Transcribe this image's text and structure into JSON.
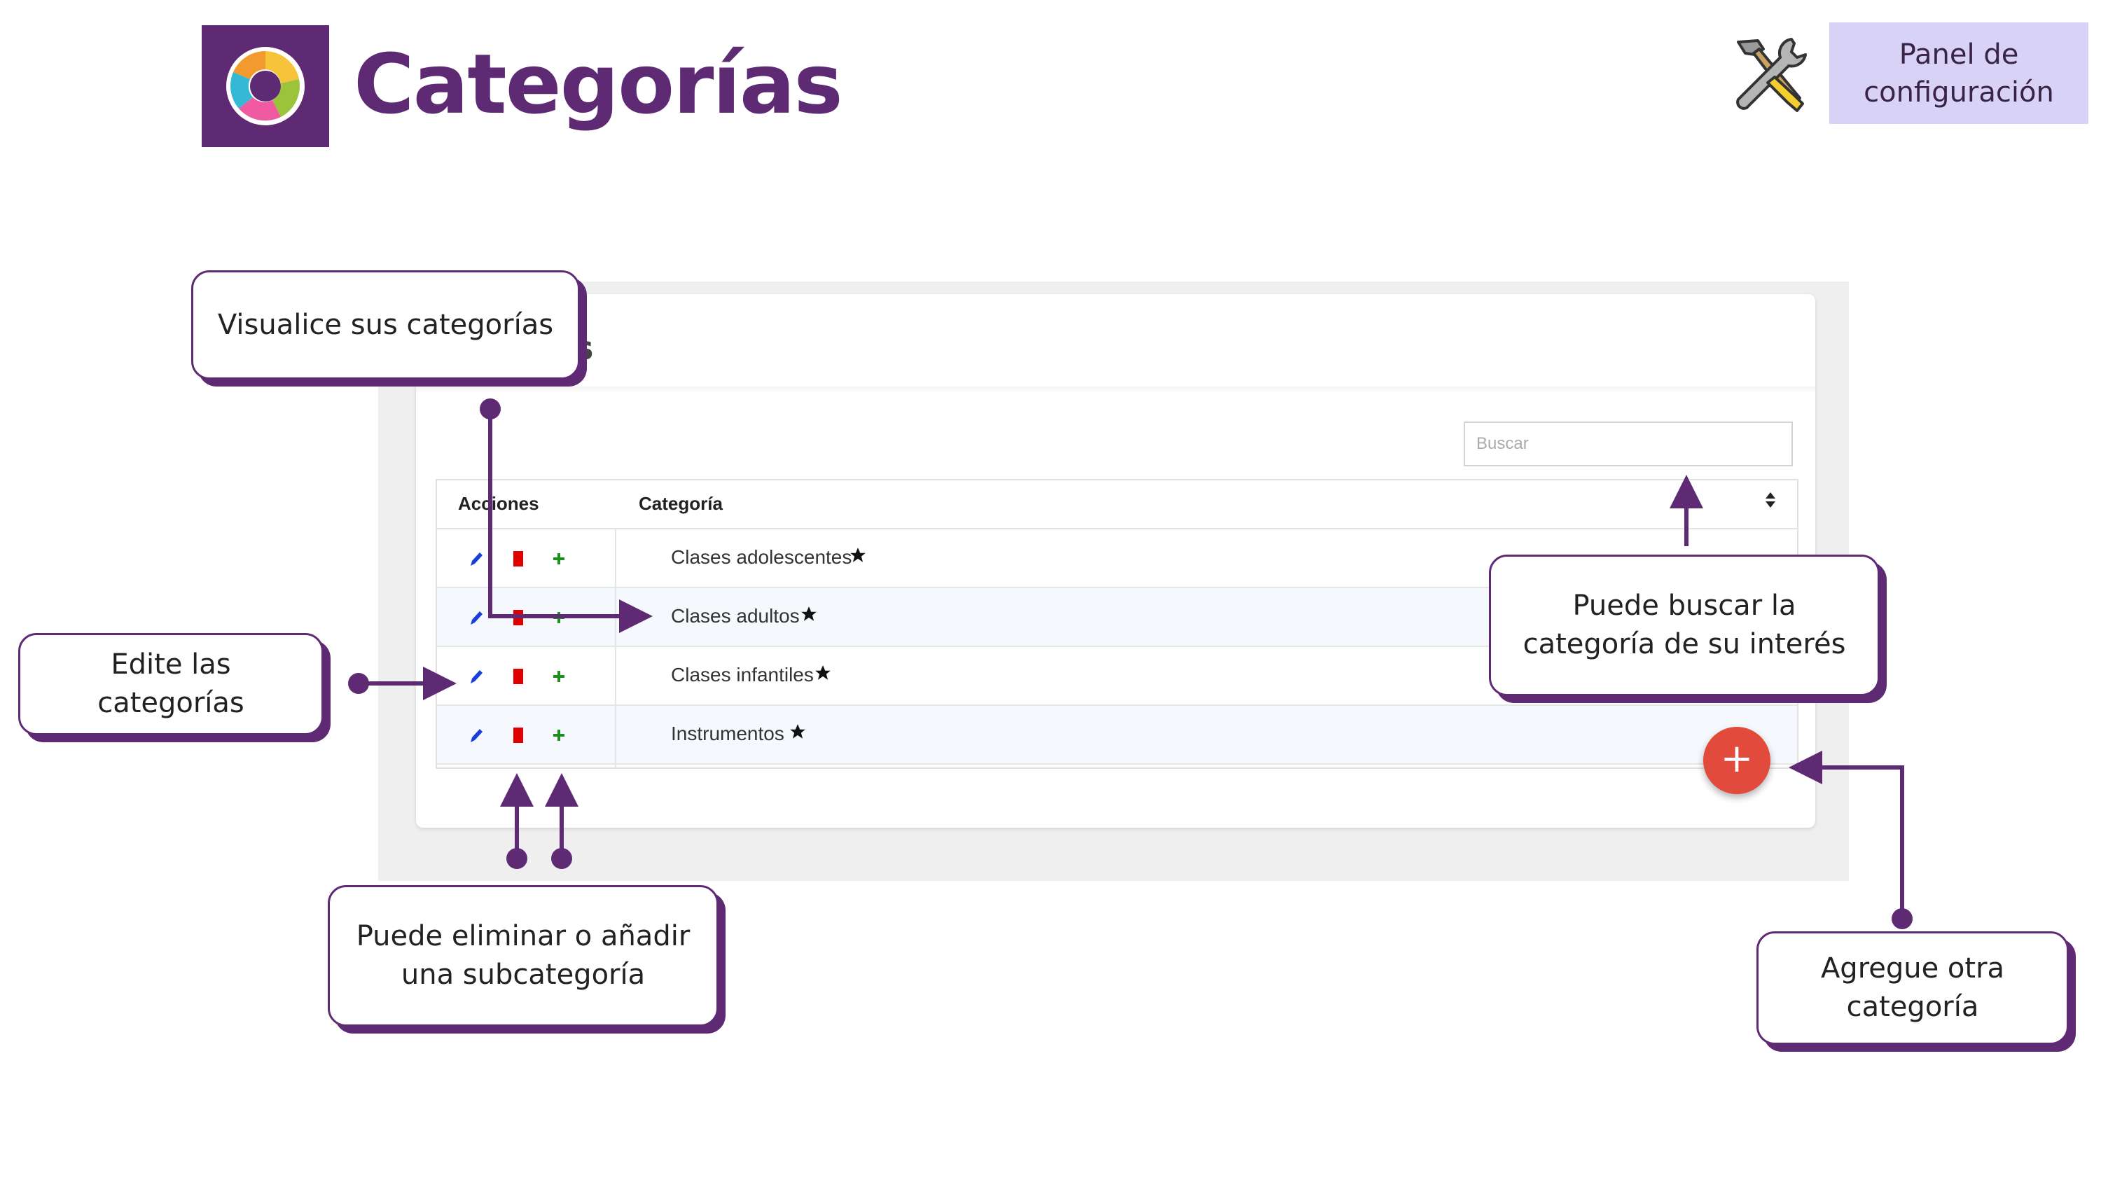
{
  "header": {
    "title": "Categorías",
    "panel_button_line1": "Panel de",
    "panel_button_line2": "configuración"
  },
  "screen": {
    "title_fragment": "s",
    "search_placeholder": "Buscar",
    "columns": [
      "Acciones",
      "Categoría"
    ],
    "rows": [
      {
        "category": "Clases adolescentes"
      },
      {
        "category": "Clases adultos"
      },
      {
        "category": "Clases infantiles"
      },
      {
        "category": "Instrumentos"
      }
    ],
    "add_button": "+"
  },
  "callouts": {
    "view": "Visualice sus categorías",
    "edit_line1": "Edite las",
    "edit_line2": "categorías",
    "search_line1": "Puede buscar la",
    "search_line2": "categoría de su interés",
    "delete_line1": "Puede eliminar o añadir",
    "delete_line2": "una subcategoría",
    "add_line1": "Agregue otra",
    "add_line2": "categoría"
  },
  "colors": {
    "brand_purple": "#5e2a74",
    "panel_bg": "#d9d2f7",
    "fab_red": "#e24a3b",
    "edit_blue": "#1a3fd8",
    "delete_red": "#e00000",
    "add_green": "#1e8f1e"
  },
  "icons": [
    "app-logo-icon",
    "tools-icon",
    "pencil-icon",
    "trash-icon",
    "plus-icon",
    "star-icon",
    "sort-icon"
  ]
}
